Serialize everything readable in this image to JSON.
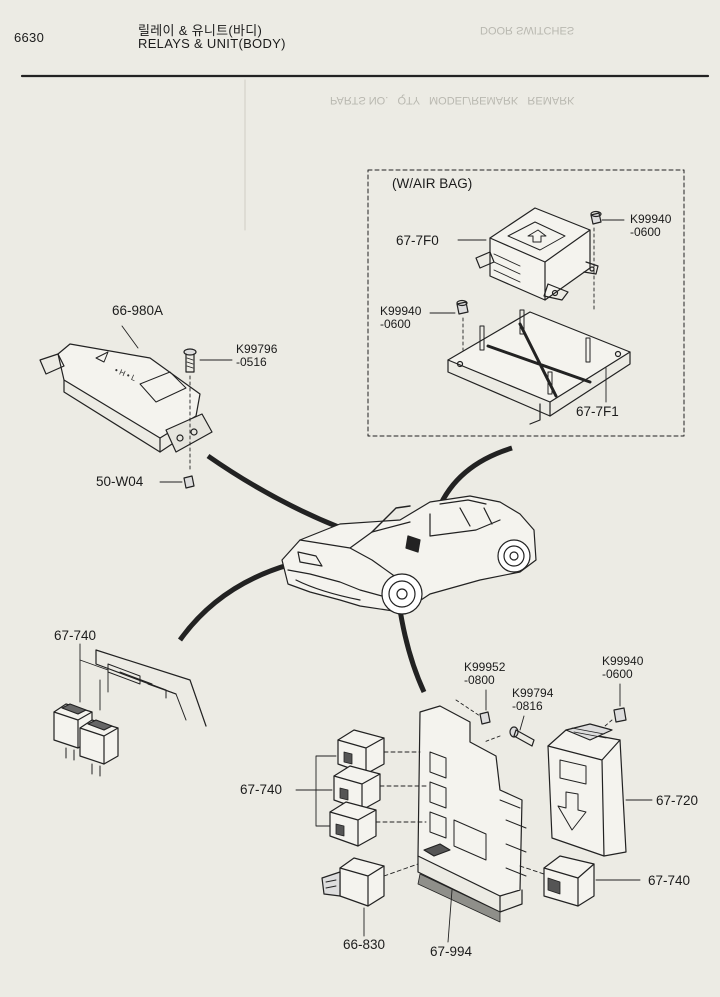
{
  "header": {
    "page_number": "6630",
    "title_korean": "릴레이 & 유니트(바디)",
    "title": "RELAYS & UNIT(BODY)"
  },
  "labels": {
    "air_bag_option": "(W/AIR BAG)",
    "p_67_7f0": "67-7F0",
    "k99940_a_l1": "K99940",
    "k99940_a_l2": "-0600",
    "k99940_b_l1": "K99940",
    "k99940_b_l2": "-0600",
    "p_67_7f1": "67-7F1",
    "p_66_980a": "66-980A",
    "k99796_l1": "K99796",
    "k99796_l2": "-0516",
    "p_50_w04": "50-W04",
    "p_67_740_left": "67-740",
    "k99952_l1": "K99952",
    "k99952_l2": "-0800",
    "k99794_l1": "K99794",
    "k99794_l2": "-0816",
    "k99940_c_l1": "K99940",
    "k99940_c_l2": "-0600",
    "p_67_740_center": "67-740",
    "p_67_720": "67-720",
    "p_67_740_right": "67-740",
    "p_66_830": "66-830",
    "p_67_994": "67-994"
  }
}
